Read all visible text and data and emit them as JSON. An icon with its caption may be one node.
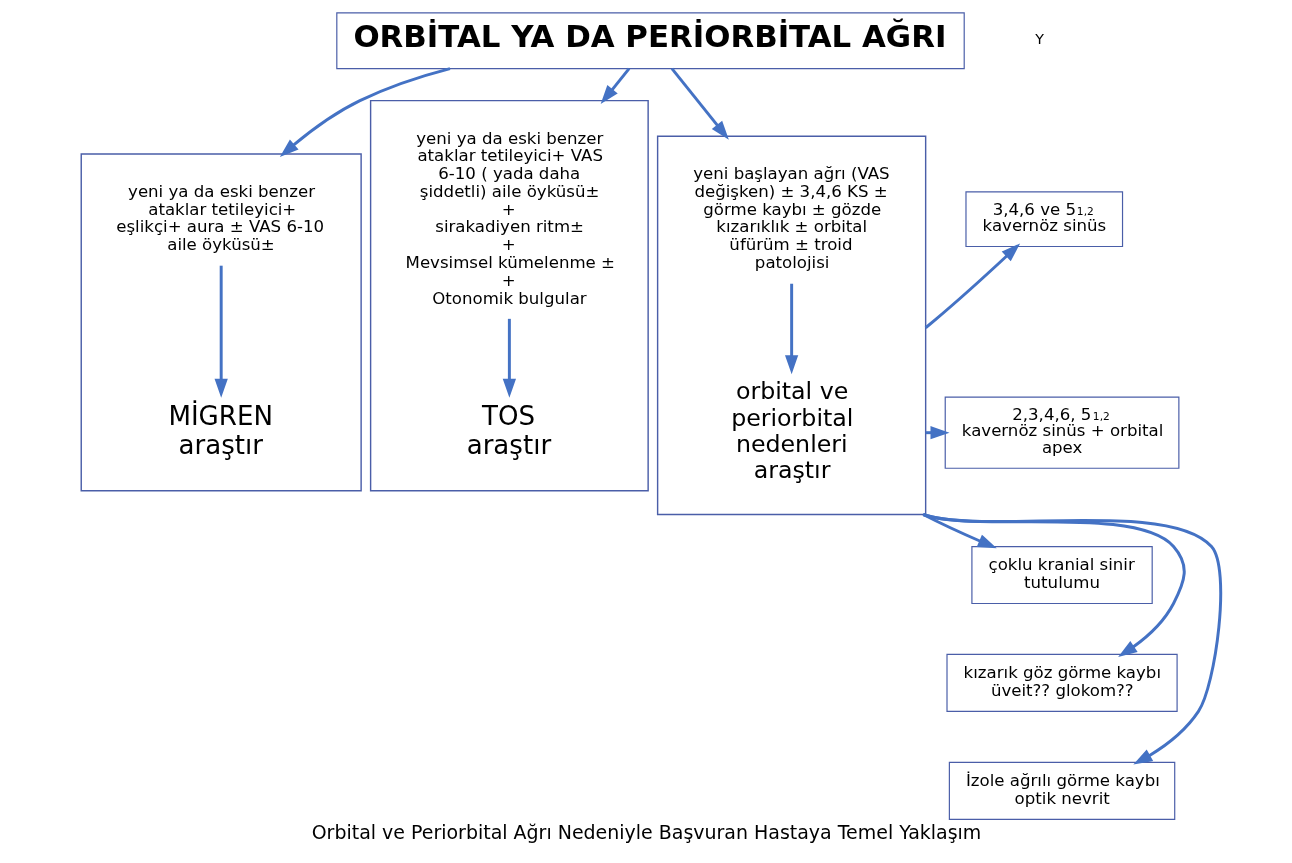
{
  "diagram": {
    "caption": "Orbital ve Periorbital Ağrı Nedeniyle Başvuran Hastaya Temel Yaklaşım",
    "nodes": [
      {
        "text": [
          "ORBİTAL YA DA PERİORBİTAL AĞRI"
        ]
      },
      {
        "text": [],
        "shape": "box"
      },
      {
        "text": [
          "yeni ya da eski benzer ataklar tetileyici+ eşlikçi+ aura ± VAS 6-10 aile öyküsü±"
        ],
        "in": 1
      },
      {
        "text": [
          "MİGREN",
          "araştır"
        ],
        "in": 1
      },
      {
        "text": [],
        "shape": "box"
      },
      {
        "text": [
          "yeni ya da eski benzer ataklar tetileyici+ VAS 6-10 ( yada daha şiddetli) aile öyküsü±",
          "+",
          "sirakadiyen ritm±",
          "+",
          "Mevsimsel kümelenme ±",
          "+",
          "Otonomik bulgular"
        ],
        "in": 4
      },
      {
        "text": [
          "TOS",
          "araştır"
        ],
        "in": 4
      },
      {
        "text": [],
        "shape": "box"
      },
      {
        "text": [
          "yeni başlayan ağrı (VAS değişken) ± 3,4,6 KS ± görme kaybı ± gözde kızarıklık ± orbital üfürüm ± troid patolojisi"
        ],
        "in": 7
      },
      {
        "text": [
          "orbital ve periorbital nedenleri araştır"
        ],
        "in": 7
      },
      {
        "text": [
          "3,4,6 ve 5$_{1,2}$ kavernöz sinüs"
        ]
      },
      {
        "text": [
          "2,3,4,6, 5$_{1,2}$ kavernöz sinüs + orbital apex"
        ]
      },
      {
        "text": [
          "çoklu kranial sinir tutulumu"
        ]
      },
      {
        "text": [
          "kızarık göz görme kaybı üveit?? glokom??"
        ]
      },
      {
        "text": [
          "İzole ağrılı görme kaybı optik nevrit"
        ]
      }
    ],
    "edges": [
      {
        "from": 0,
        "to": 1,
        "arrow": "to"
      },
      {
        "from": 0,
        "to": 4,
        "arrow": "to"
      },
      {
        "from": 0,
        "to": 7,
        "arrow": "to"
      },
      {
        "from": 2,
        "to": 3,
        "arrow": "to"
      },
      {
        "from": 5,
        "to": 6,
        "arrow": "to"
      },
      {
        "from": 8,
        "to": 9,
        "arrow": "to"
      },
      {
        "from": 7,
        "to": 10,
        "arrow": "to"
      },
      {
        "from": 7,
        "to": 11,
        "arrow": "to"
      },
      {
        "from": 7,
        "to": 12,
        "arrow": "to"
      },
      {
        "from": 7,
        "to": 13,
        "arrow": "to"
      },
      {
        "from": 7,
        "to": 14,
        "arrow": "to"
      }
    ],
    "labels": [
      "Y"
    ]
  }
}
